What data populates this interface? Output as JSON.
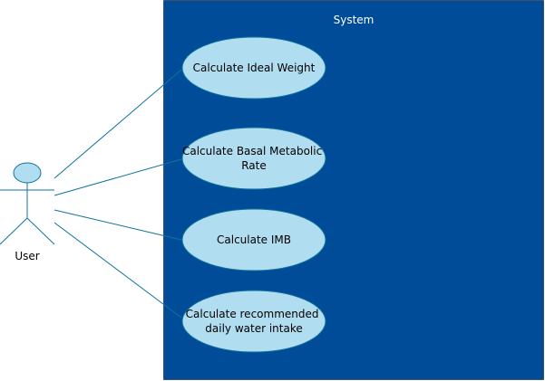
{
  "system": {
    "title": "System"
  },
  "actor": {
    "name": "User"
  },
  "use_cases": [
    {
      "lines": [
        "Calculate Ideal Weight"
      ]
    },
    {
      "lines": [
        "Calculate Basal Metabolic",
        "Rate"
      ]
    },
    {
      "lines": [
        "Calculate IMB"
      ]
    },
    {
      "lines": [
        "Calculate recommended",
        "daily water intake"
      ]
    }
  ],
  "colors": {
    "system_fill": "#004C99",
    "system_title": "#ffffff",
    "usecase_fill": "#B1DDF0",
    "usecase_stroke": "#10739E",
    "association": "#10739E",
    "actor_fill": "#B1DDF0",
    "actor_stroke": "#10739E"
  }
}
